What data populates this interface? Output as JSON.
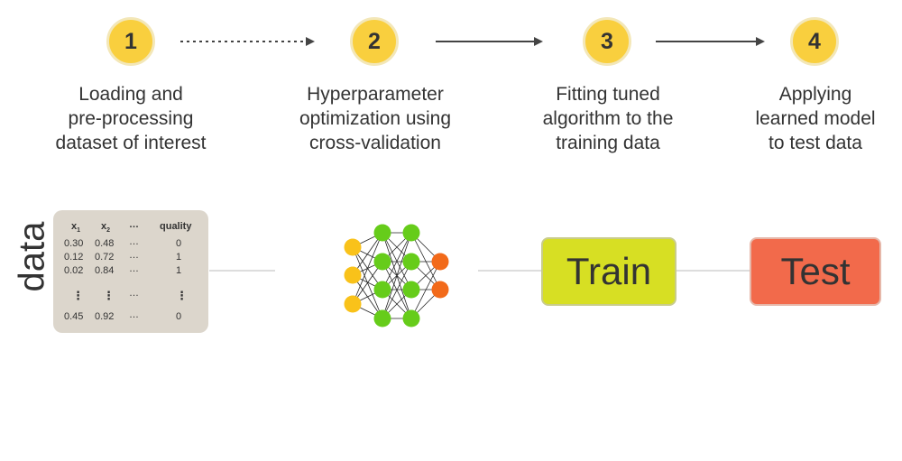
{
  "steps": [
    {
      "number": "1",
      "lines": [
        "Loading and",
        "pre-processing",
        "dataset of interest"
      ]
    },
    {
      "number": "2",
      "lines": [
        "Hyperparameter",
        "optimization using",
        "cross-validation"
      ]
    },
    {
      "number": "3",
      "lines": [
        "Fitting tuned",
        "algorithm to the",
        "training data"
      ]
    },
    {
      "number": "4",
      "lines": [
        "Applying",
        "learned model",
        "to test data"
      ]
    }
  ],
  "data_label": "data",
  "table": {
    "headers": [
      "x",
      "x",
      "…",
      "quality"
    ],
    "header_subscripts": [
      "1",
      "2"
    ],
    "rows": [
      [
        "0.30",
        "0.48",
        "…",
        "0"
      ],
      [
        "0.12",
        "0.72",
        "…",
        "1"
      ],
      [
        "0.02",
        "0.84",
        "…",
        "1"
      ],
      [
        "⋮",
        "⋮",
        "…",
        "⋮"
      ],
      [
        "0.45",
        "0.92",
        "…",
        "0"
      ]
    ]
  },
  "train_label": "Train",
  "test_label": "Test",
  "colors": {
    "step_circle": "#f9cf3e",
    "train_box": "#d7df23",
    "test_box": "#f26a4b",
    "nn_input": "#f9c21a",
    "nn_hidden": "#66cc1a",
    "nn_output": "#f26a1a",
    "table_bg": "#dcd6cc"
  },
  "icons": [
    "dotted-arrow-icon",
    "solid-arrow-icon",
    "neural-network-icon"
  ]
}
